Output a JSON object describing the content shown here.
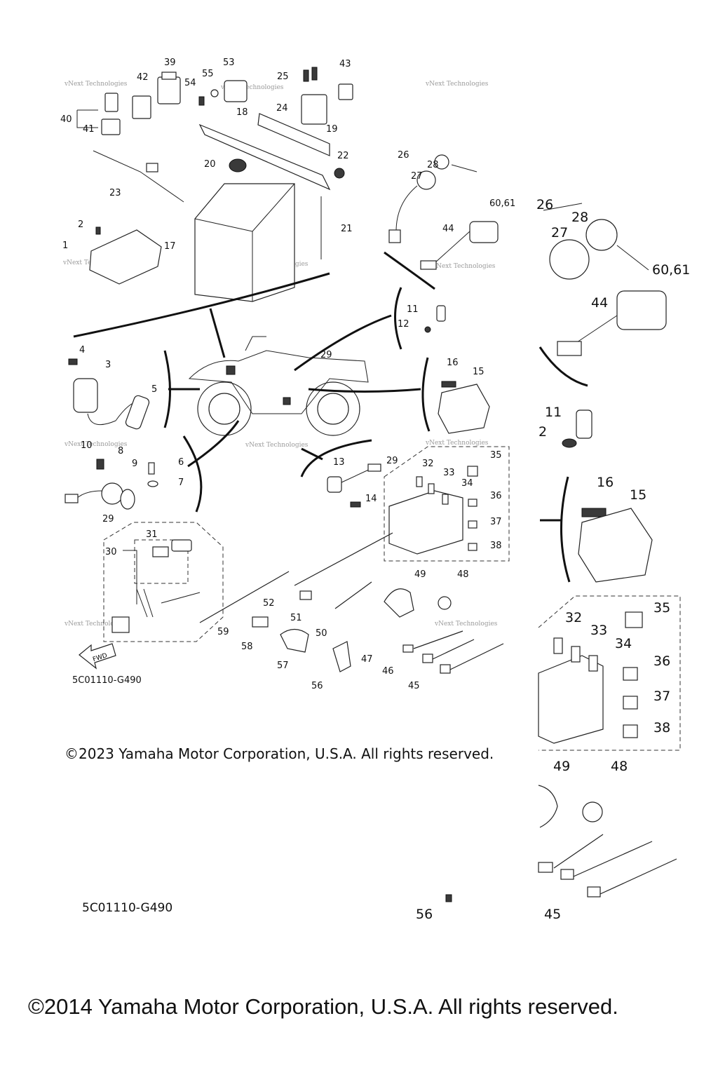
{
  "diagram": {
    "callouts_small": [
      {
        "id": "c39",
        "label": "39"
      },
      {
        "id": "c53",
        "label": "53"
      },
      {
        "id": "c43",
        "label": "43"
      },
      {
        "id": "c42",
        "label": "42"
      },
      {
        "id": "c55",
        "label": "55"
      },
      {
        "id": "c25",
        "label": "25"
      },
      {
        "id": "c54",
        "label": "54"
      },
      {
        "id": "c40",
        "label": "40"
      },
      {
        "id": "c41",
        "label": "41"
      },
      {
        "id": "c18",
        "label": "18"
      },
      {
        "id": "c24",
        "label": "24"
      },
      {
        "id": "c19",
        "label": "19"
      },
      {
        "id": "c20",
        "label": "20"
      },
      {
        "id": "c22",
        "label": "22"
      },
      {
        "id": "c23",
        "label": "23"
      },
      {
        "id": "c26",
        "label": "26"
      },
      {
        "id": "c27",
        "label": "27"
      },
      {
        "id": "c28",
        "label": "28"
      },
      {
        "id": "c6061",
        "label": "60,61"
      },
      {
        "id": "c2",
        "label": "2"
      },
      {
        "id": "c21",
        "label": "21"
      },
      {
        "id": "c1",
        "label": "1"
      },
      {
        "id": "c17",
        "label": "17"
      },
      {
        "id": "c44",
        "label": "44"
      },
      {
        "id": "c11",
        "label": "11"
      },
      {
        "id": "c12",
        "label": "12"
      },
      {
        "id": "c4",
        "label": "4"
      },
      {
        "id": "c3",
        "label": "3"
      },
      {
        "id": "c29a",
        "label": "29"
      },
      {
        "id": "c16",
        "label": "16"
      },
      {
        "id": "c15",
        "label": "15"
      },
      {
        "id": "c5",
        "label": "5"
      },
      {
        "id": "c10",
        "label": "10"
      },
      {
        "id": "c8",
        "label": "8"
      },
      {
        "id": "c9",
        "label": "9"
      },
      {
        "id": "c6",
        "label": "6"
      },
      {
        "id": "c7",
        "label": "7"
      },
      {
        "id": "c13",
        "label": "13"
      },
      {
        "id": "c29b",
        "label": "29"
      },
      {
        "id": "c32",
        "label": "32"
      },
      {
        "id": "c35",
        "label": "35"
      },
      {
        "id": "c33",
        "label": "33"
      },
      {
        "id": "c34",
        "label": "34"
      },
      {
        "id": "c14",
        "label": "14"
      },
      {
        "id": "c36",
        "label": "36"
      },
      {
        "id": "c37",
        "label": "37"
      },
      {
        "id": "c38",
        "label": "38"
      },
      {
        "id": "c29c",
        "label": "29"
      },
      {
        "id": "c31",
        "label": "31"
      },
      {
        "id": "c30",
        "label": "30"
      },
      {
        "id": "c49",
        "label": "49"
      },
      {
        "id": "c48",
        "label": "48"
      },
      {
        "id": "c52",
        "label": "52"
      },
      {
        "id": "c51",
        "label": "51"
      },
      {
        "id": "c50",
        "label": "50"
      },
      {
        "id": "c59",
        "label": "59"
      },
      {
        "id": "c58",
        "label": "58"
      },
      {
        "id": "c47",
        "label": "47"
      },
      {
        "id": "c46",
        "label": "46"
      },
      {
        "id": "c57",
        "label": "57"
      },
      {
        "id": "c56",
        "label": "56"
      },
      {
        "id": "c45",
        "label": "45"
      }
    ],
    "callouts_large": [
      {
        "id": "L26",
        "label": "26"
      },
      {
        "id": "L28",
        "label": "28"
      },
      {
        "id": "L27",
        "label": "27"
      },
      {
        "id": "L6061",
        "label": "60,61"
      },
      {
        "id": "L44",
        "label": "44"
      },
      {
        "id": "L11",
        "label": "11"
      },
      {
        "id": "L2",
        "label": "2"
      },
      {
        "id": "L16",
        "label": "16"
      },
      {
        "id": "L15",
        "label": "15"
      },
      {
        "id": "L35",
        "label": "35"
      },
      {
        "id": "L32",
        "label": "32"
      },
      {
        "id": "L33",
        "label": "33"
      },
      {
        "id": "L34",
        "label": "34"
      },
      {
        "id": "L36",
        "label": "36"
      },
      {
        "id": "L37",
        "label": "37"
      },
      {
        "id": "L38",
        "label": "38"
      },
      {
        "id": "L49",
        "label": "49"
      },
      {
        "id": "L48",
        "label": "48"
      },
      {
        "id": "L56",
        "label": "56"
      },
      {
        "id": "L45",
        "label": "45"
      }
    ],
    "fwd_label": "FWD",
    "diagram_code": "5C01110-G490",
    "diagram_code_large": "5C01110-G490",
    "watermark": "vNext Technologies"
  },
  "copyright_small": "©2023 Yamaha Motor Corporation, U.S.A. All rights reserved.",
  "copyright_large": "©2014 Yamaha Motor Corporation, U.S.A. All rights reserved."
}
